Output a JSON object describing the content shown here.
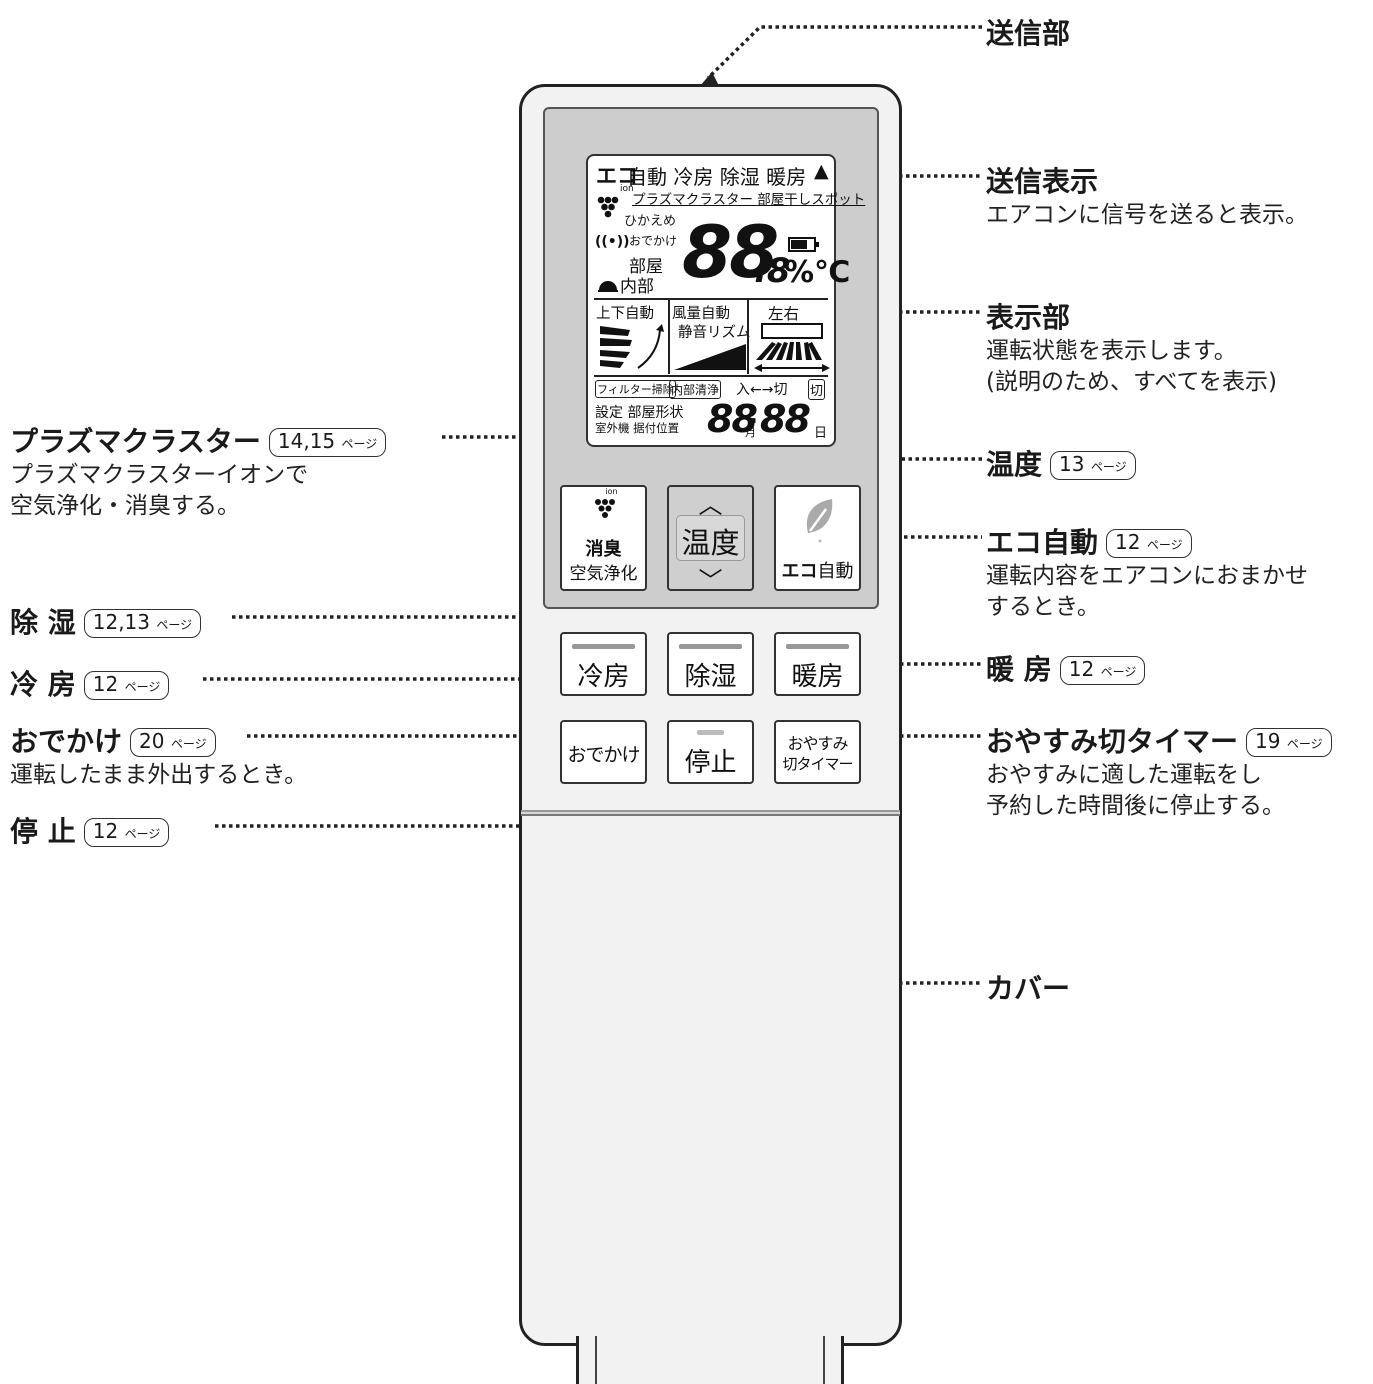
{
  "callouts": {
    "transmitter": {
      "name": "送信部"
    },
    "send_indicator": {
      "name": "送信表示",
      "desc": [
        "エアコンに信号を送ると表示。"
      ]
    },
    "display": {
      "name": "表示部",
      "desc": [
        "運転状態を表示します。",
        "(説明のため、すべてを表示)"
      ]
    },
    "plasmacluster": {
      "name": "プラズマクラスター",
      "page": "14,15",
      "desc": [
        "プラズマクラスターイオンで",
        "空気浄化・消臭する。"
      ]
    },
    "temperature": {
      "name": "温度",
      "page": "13"
    },
    "eco_auto": {
      "name": "エコ自動",
      "page": "12",
      "desc": [
        "運転内容をエアコンにおまかせ",
        "するとき。"
      ]
    },
    "dehumidify": {
      "name": "除 湿",
      "page": "12,13"
    },
    "cooling": {
      "name": "冷 房",
      "page": "12"
    },
    "heating": {
      "name": "暖 房",
      "page": "12"
    },
    "away": {
      "name": "おでかけ",
      "page": "20",
      "desc": [
        "運転したまま外出するとき。"
      ]
    },
    "sleep_timer": {
      "name": "おやすみ切タイマー",
      "page": "19",
      "desc": [
        "おやすみに適した運転をし",
        "予約した時間後に停止する。"
      ]
    },
    "stop": {
      "name": "停 止",
      "page": "12"
    },
    "cover": {
      "name": "カバー"
    }
  },
  "page_unit": "ページ",
  "lcd": {
    "row1_eco": "エコ",
    "row1_rest": "自動 冷房 除湿 暖房",
    "send_mark": "▲",
    "ion": "ion",
    "row2": "プラズマクラスター 部屋干しスポット",
    "hikaeme": "ひかえめ",
    "odekake": "おでかけ",
    "heya": "部屋",
    "naibu": "内部",
    "digits": "88",
    "decimal": ".8",
    "units": "%℃",
    "updown": "上下自動",
    "fan1": "風量自動",
    "fan2": "静音リズム",
    "leftright": "左右",
    "filter": "フィルター掃除",
    "internal_clean": "内部清浄",
    "on_off": "入←→切",
    "off_box": "切",
    "setting1": "設定 部屋形状",
    "setting2": "室外機 据付位置",
    "date_month_digits": "88",
    "month": "月",
    "date_day_digits": "88",
    "day": "日",
    "colon": ":"
  },
  "buttons": {
    "plasma_top": "消臭",
    "plasma_bottom": "空気浄化",
    "plasma_ion": "ion",
    "temp_up": "︿",
    "temp": "温度",
    "temp_down": "﹀",
    "eco_bold": "エコ",
    "eco_rest": "自動",
    "cool": "冷房",
    "dry": "除湿",
    "heat": "暖房",
    "away": "おでかけ",
    "stop": "停止",
    "sleep1": "おやすみ",
    "sleep2": "切タイマー"
  }
}
